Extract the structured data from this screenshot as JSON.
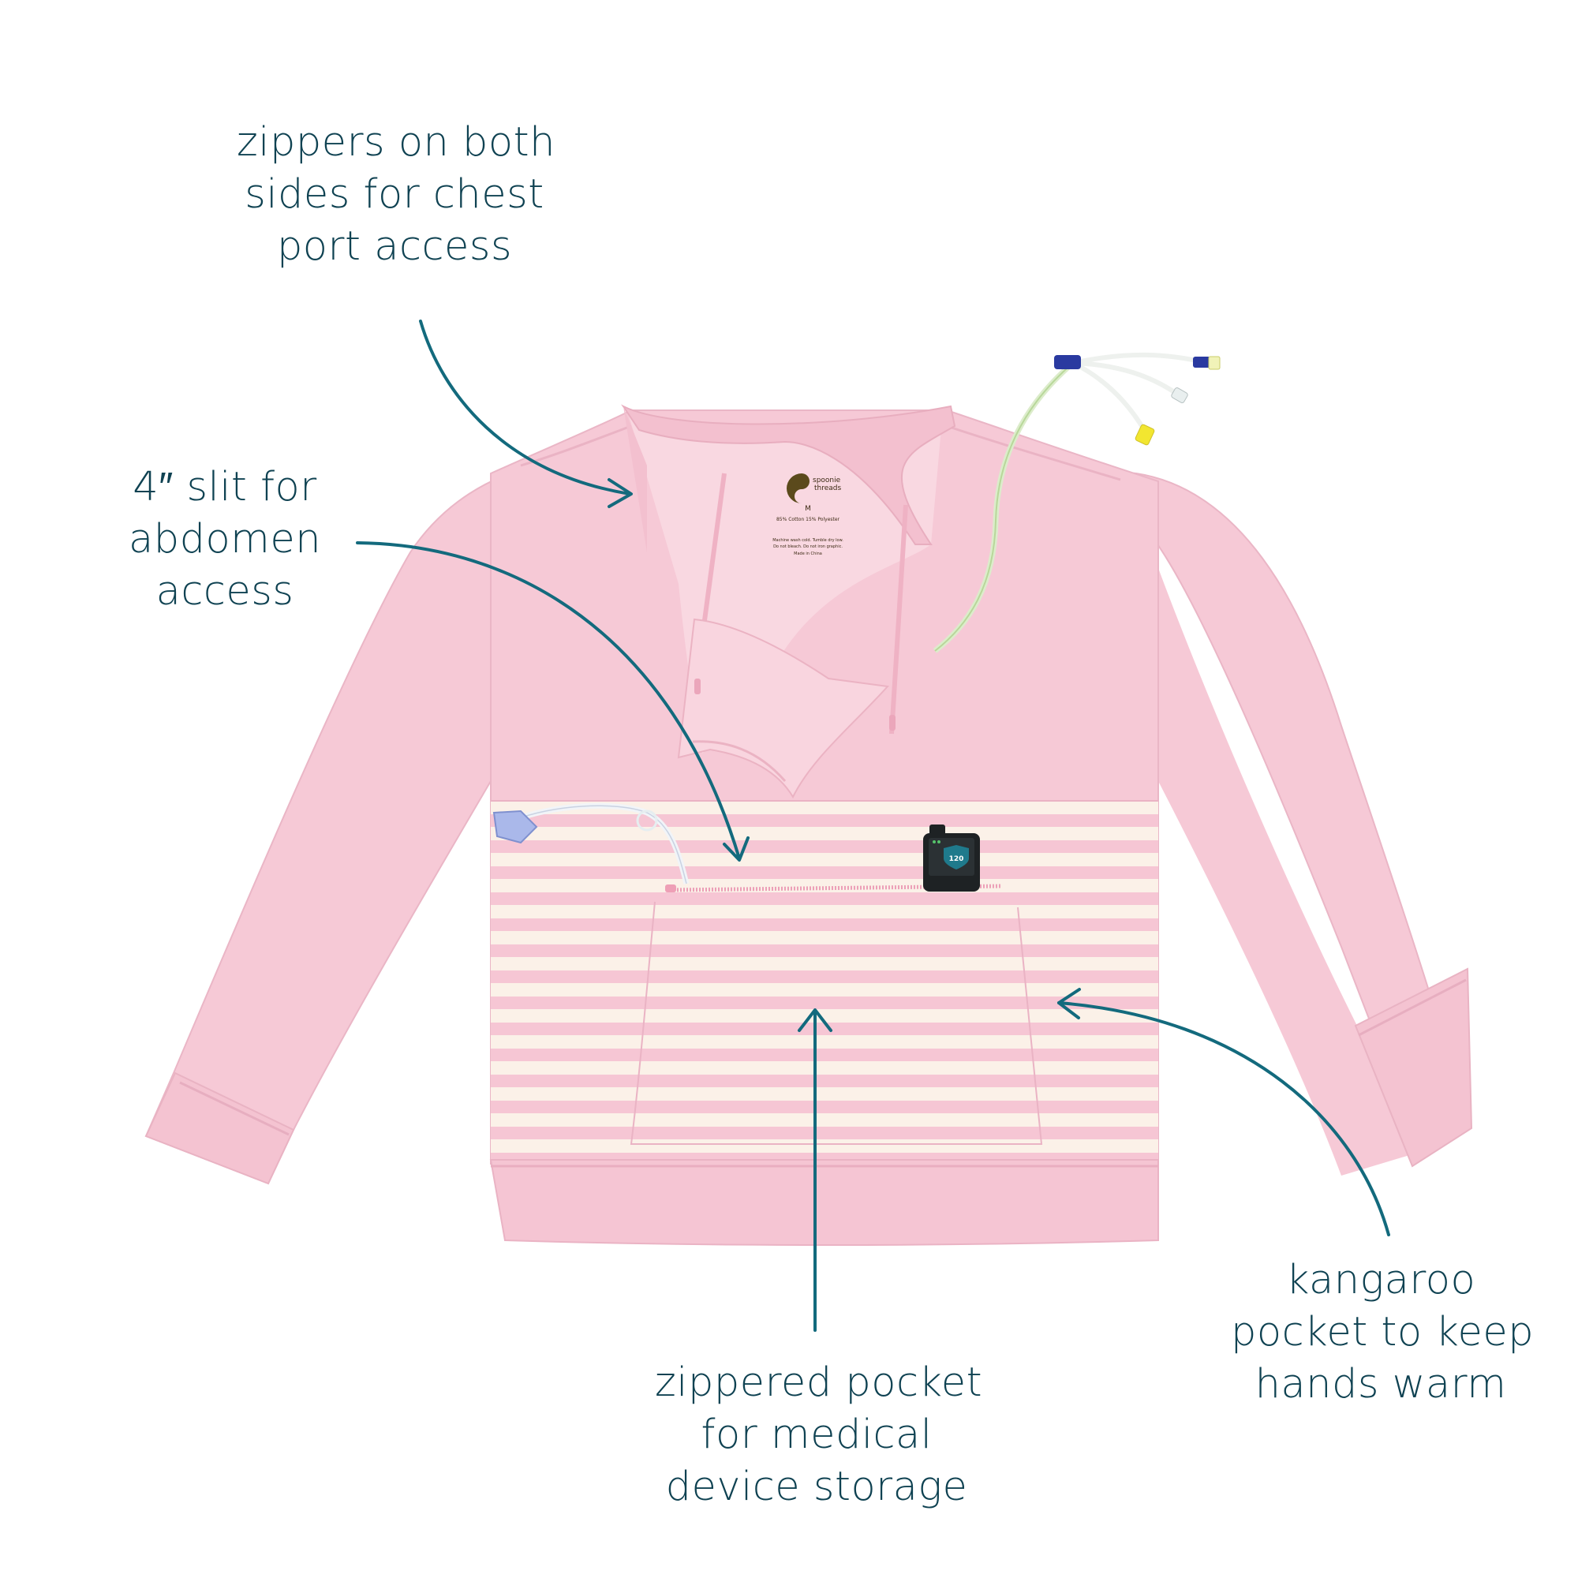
{
  "image": {
    "description": "Pink crewneck adaptive sweatshirt with striped lower panel, annotated product feature callouts",
    "background_color": "#ffffff"
  },
  "colors": {
    "text": "#0f4252",
    "arrow": "#136a7d",
    "sweatshirt_pink": "#f6c9d6",
    "sweatshirt_pink_shadow": "#eeb8c8",
    "stripe_pink": "#f6c6d4",
    "stripe_cream": "#fbf1e8",
    "tube_green": "#e4f0d0",
    "connector_blue": "#2a3aa0",
    "connector_yellow": "#f2e630",
    "device_body": "#1e2224",
    "device_shield": "#1f7a8c"
  },
  "callouts": [
    {
      "id": "chest-zippers",
      "lines": [
        "zippers on both",
        "sides for chest",
        "port access"
      ]
    },
    {
      "id": "abdomen-slit",
      "lines": [
        "4″ slit for",
        "abdomen",
        "access"
      ]
    },
    {
      "id": "zippered-pocket",
      "lines": [
        "zippered pocket",
        "for medical",
        "device storage"
      ]
    },
    {
      "id": "kangaroo-pocket",
      "lines": [
        "kangaroo",
        "pocket to keep",
        "hands warm"
      ]
    }
  ],
  "garment_label": {
    "brand_line1": "spoonie",
    "brand_line2": "threads",
    "size": "M",
    "composition": "85% Cotton 15% Polyester",
    "care_line1": "Machine wash cold. Tumble dry low.",
    "care_line2": "Do not bleach. Do not iron graphic.",
    "origin": "Made in China"
  },
  "medical_device": {
    "reading": "120"
  }
}
